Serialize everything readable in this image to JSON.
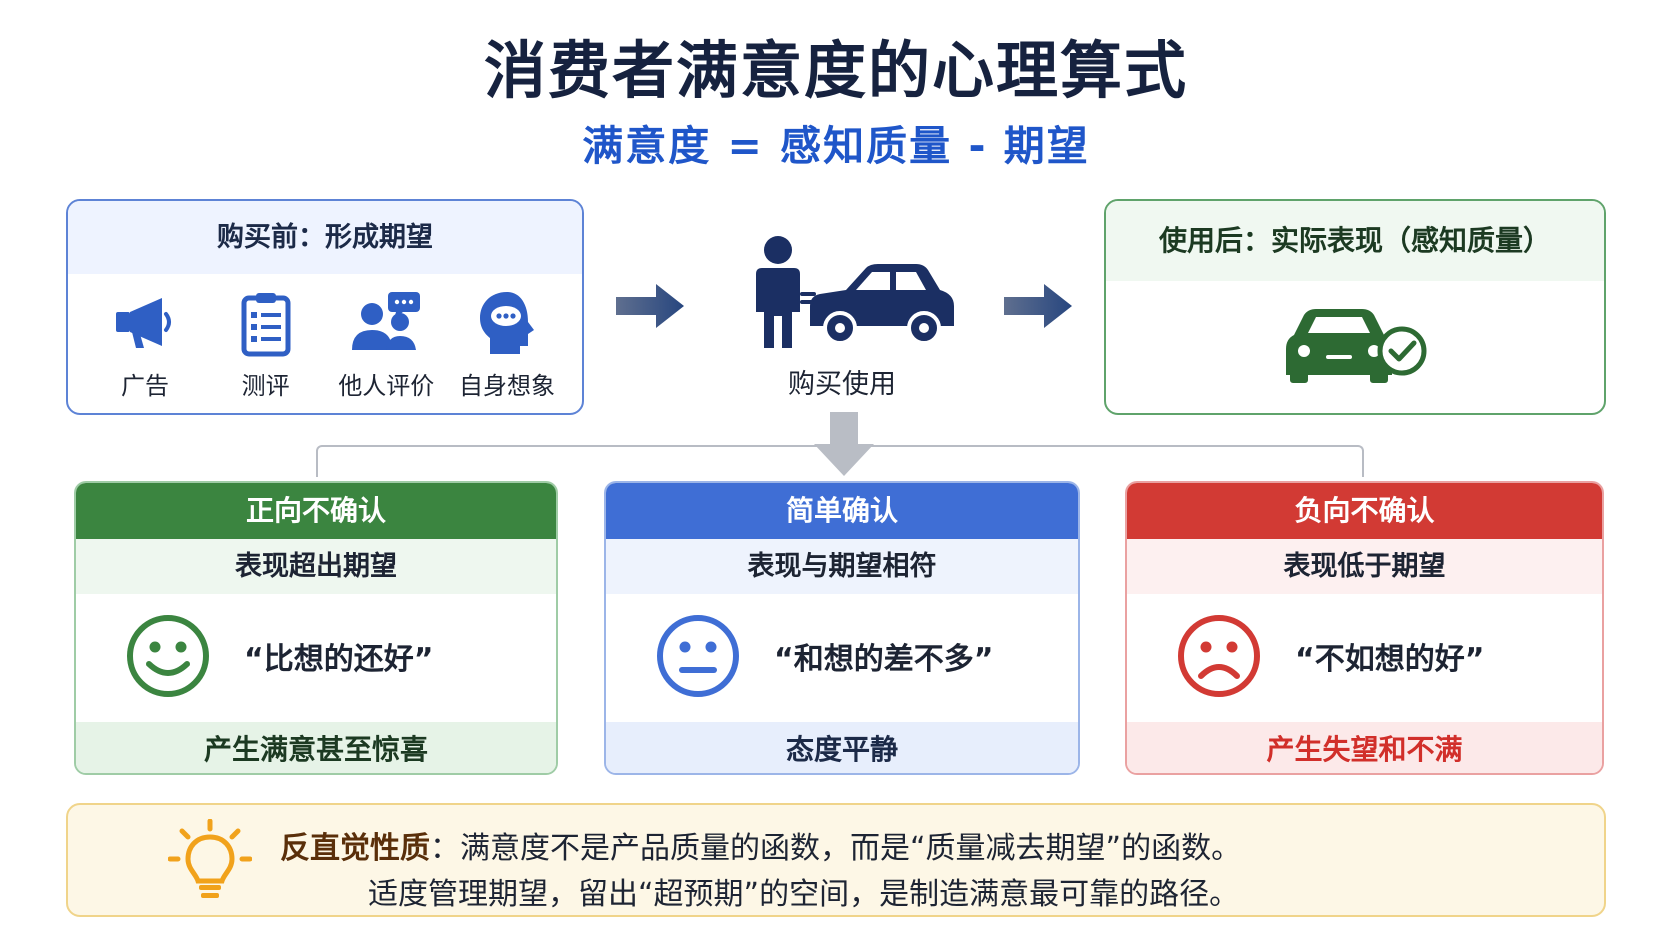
{
  "header": {
    "title": "消费者满意度的心理算式",
    "formula": "满意度 = 感知质量 - 期望"
  },
  "before_purchase": {
    "title": "购买前：形成期望",
    "items": [
      {
        "label": "广告",
        "icon": "megaphone-icon"
      },
      {
        "label": "测评",
        "icon": "clipboard-icon"
      },
      {
        "label": "他人评价",
        "icon": "people-chat-icon"
      },
      {
        "label": "自身想象",
        "icon": "head-thought-icon"
      }
    ]
  },
  "purchase": {
    "label": "购买使用",
    "icon": "person-car-icon"
  },
  "after_use": {
    "title": "使用后：实际表现（感知质量）",
    "icon": "car-check-icon"
  },
  "outcomes": [
    {
      "title": "正向不确认",
      "subtitle": "表现超出期望",
      "quote": "“比想的还好”",
      "result": "产生满意甚至惊喜",
      "face": "smile-face-icon",
      "color": "#3b8540"
    },
    {
      "title": "简单确认",
      "subtitle": "表现与期望相符",
      "quote": "“和想的差不多”",
      "result": "态度平静",
      "face": "neutral-face-icon",
      "color": "#3f6ed5"
    },
    {
      "title": "负向不确认",
      "subtitle": "表现低于期望",
      "quote": "“不如想的好”",
      "result": "产生失望和不满",
      "face": "sad-face-icon",
      "color": "#d23a34"
    }
  ],
  "insight": {
    "icon": "lightbulb-icon",
    "lead": "反直觉性质",
    "line1_rest": "：满意度不是产品质量的函数，而是“质量减去期望”的函数。",
    "line2": "适度管理期望，留出“超预期”的空间，是制造满意最可靠的路径。"
  }
}
